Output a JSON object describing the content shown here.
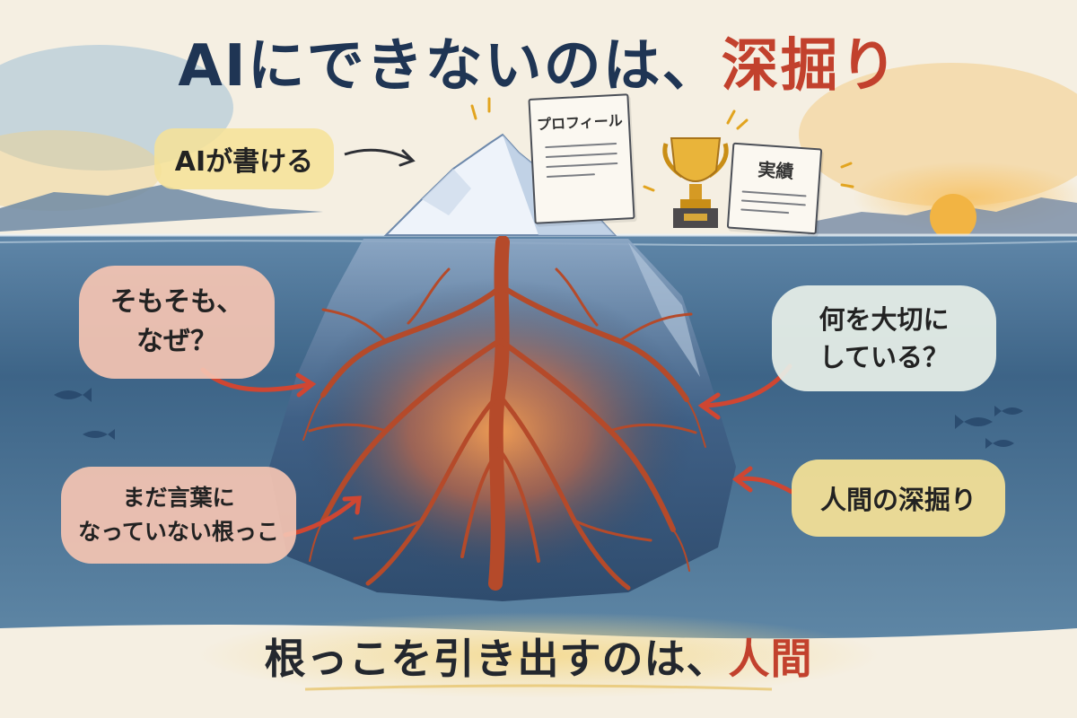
{
  "title": {
    "main": "AIにできないのは、",
    "accent": "深掘り"
  },
  "labels": {
    "ai_can_write": "AIが書ける",
    "why_line1": "そもそも、",
    "why_line2": "なぜ？",
    "value_line1": "何を大切に",
    "value_line2": "している？",
    "roots_line1": "まだ言葉に",
    "roots_line2": "なっていない根っこ",
    "human_dig": "人間の深掘り"
  },
  "documents": {
    "profile": "プロフィール",
    "record": "実績"
  },
  "bottom": {
    "main": "根っこを引き出すのは、",
    "accent": "人間"
  },
  "colors": {
    "title_navy": "#1f3554",
    "accent_red": "#c2412d",
    "sea": "#3d6487",
    "sea_deep": "#234261",
    "root": "#c2552f",
    "glow": "#f08a3c",
    "ice": "#e8eef6",
    "gold": "#e0a52a"
  },
  "icons": [
    "trophy-icon",
    "sun-icon",
    "fish-icon",
    "arrow-icon",
    "sparkle-icon"
  ]
}
